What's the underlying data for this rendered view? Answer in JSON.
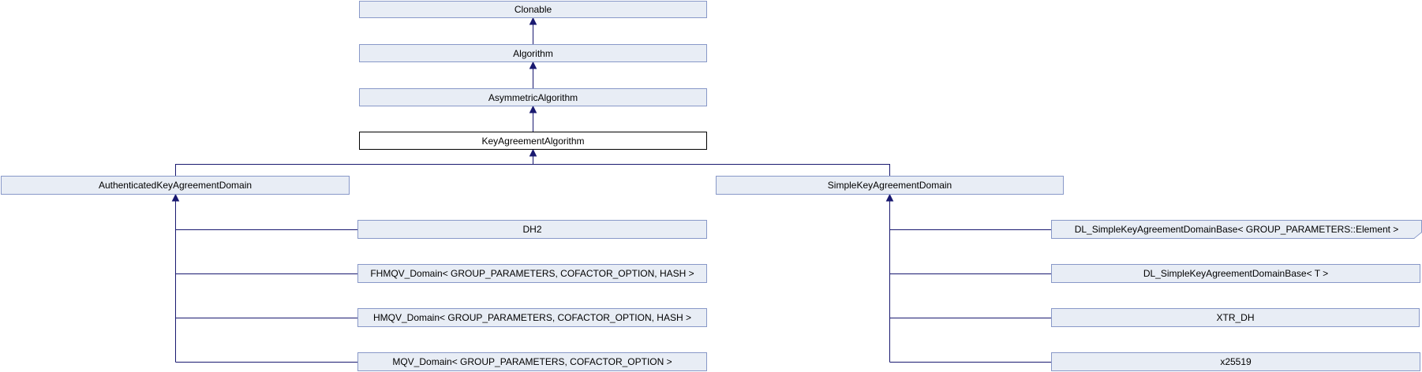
{
  "colors": {
    "box_fill": "#e8edf5",
    "box_border": "#8898c8",
    "current_fill": "#ffffff",
    "current_border": "#000000",
    "edge": "#191970",
    "text": "#000000",
    "page_bg": "#ffffff"
  },
  "nodes": {
    "clonable": {
      "label": "Clonable"
    },
    "algorithm": {
      "label": "Algorithm"
    },
    "asymmetric_algorithm": {
      "label": "AsymmetricAlgorithm"
    },
    "key_agreement_algorithm": {
      "label": "KeyAgreementAlgorithm"
    },
    "authenticated_key_agreement_domain": {
      "label": "AuthenticatedKeyAgreementDomain"
    },
    "simple_key_agreement_domain": {
      "label": "SimpleKeyAgreementDomain"
    },
    "dh2": {
      "label": "DH2"
    },
    "fhmqv_domain": {
      "label": "FHMQV_Domain< GROUP_PARAMETERS, COFACTOR_OPTION, HASH >"
    },
    "hmqv_domain": {
      "label": "HMQV_Domain< GROUP_PARAMETERS, COFACTOR_OPTION, HASH >"
    },
    "mqv_domain": {
      "label": "MQV_Domain< GROUP_PARAMETERS, COFACTOR_OPTION >"
    },
    "dl_simple_key_agreement_domain_base_element": {
      "label": "DL_SimpleKeyAgreementDomainBase< GROUP_PARAMETERS::Element >"
    },
    "dl_simple_key_agreement_domain_base_t": {
      "label": "DL_SimpleKeyAgreementDomainBase< T >"
    },
    "xtr_dh": {
      "label": "XTR_DH"
    },
    "x25519": {
      "label": "x25519"
    }
  },
  "hierarchy": {
    "root": "Clonable",
    "current_class": "KeyAgreementAlgorithm",
    "chain": [
      "Clonable",
      "Algorithm",
      "AsymmetricAlgorithm",
      "KeyAgreementAlgorithm"
    ],
    "children_of_current": [
      "AuthenticatedKeyAgreementDomain",
      "SimpleKeyAgreementDomain"
    ],
    "children_of_authenticated": [
      "DH2",
      "FHMQV_Domain< GROUP_PARAMETERS, COFACTOR_OPTION, HASH >",
      "HMQV_Domain< GROUP_PARAMETERS, COFACTOR_OPTION, HASH >",
      "MQV_Domain< GROUP_PARAMETERS, COFACTOR_OPTION >"
    ],
    "children_of_simple": [
      "DL_SimpleKeyAgreementDomainBase< GROUP_PARAMETERS::Element >",
      "DL_SimpleKeyAgreementDomainBase< T >",
      "XTR_DH",
      "x25519"
    ]
  }
}
